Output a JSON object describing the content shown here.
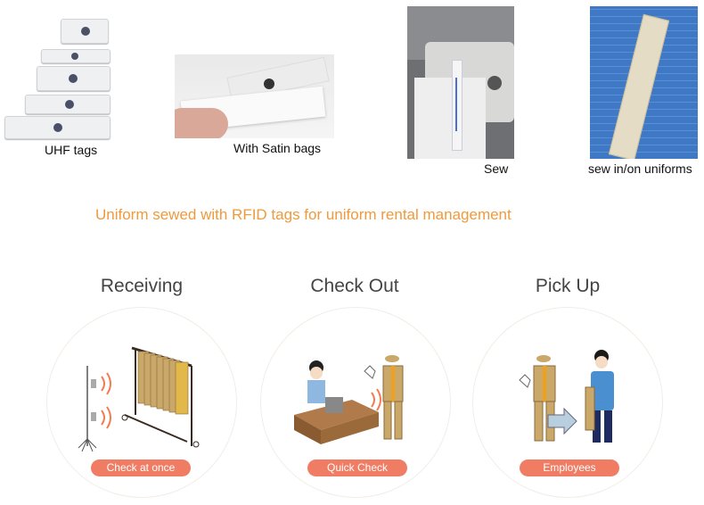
{
  "photos": {
    "uhf_tags": "UHF tags",
    "satin_bags": "With Satin bags",
    "sew": "Sew",
    "uniforms": "sew in/on uniforms"
  },
  "heading": "Uniform sewed with RFID tags for uniform rental management",
  "steps": [
    {
      "title": "Receiving",
      "badge": "Check at once"
    },
    {
      "title": "Check Out",
      "badge": "Quick Check"
    },
    {
      "title": "Pick Up",
      "badge": "Employees"
    }
  ],
  "colors": {
    "heading": "#ef9a3c",
    "badge": "#f07c64",
    "title": "#444444"
  }
}
